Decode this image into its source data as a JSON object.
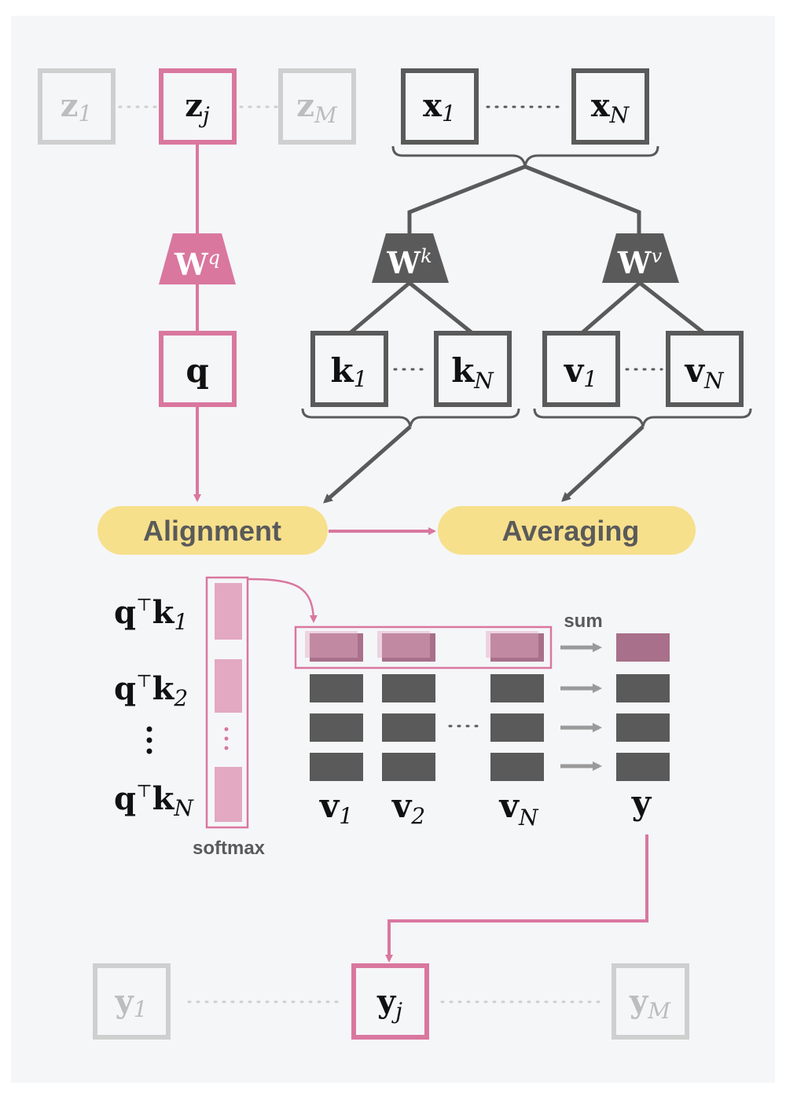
{
  "inputs_z": {
    "first": {
      "base": "z",
      "sub": "1"
    },
    "selected": {
      "base": "z",
      "sub": "j"
    },
    "last": {
      "base": "z",
      "sub": "M"
    }
  },
  "inputs_x": {
    "first": {
      "base": "x",
      "sub": "1"
    },
    "last": {
      "base": "x",
      "sub": "N"
    }
  },
  "weights": {
    "query": {
      "base": "W",
      "sup": "q"
    },
    "key": {
      "base": "W",
      "sup": "k"
    },
    "value": {
      "base": "W",
      "sup": "v"
    }
  },
  "query_box": {
    "label": "q"
  },
  "keys": {
    "first": {
      "base": "k",
      "sub": "1"
    },
    "last": {
      "base": "k",
      "sub": "N"
    }
  },
  "values": {
    "first": {
      "base": "v",
      "sub": "1"
    },
    "last": {
      "base": "v",
      "sub": "N"
    }
  },
  "stages": {
    "alignment": "Alignment",
    "averaging": "Averaging"
  },
  "scores": {
    "row1": {
      "q": "q",
      "t": "⊤",
      "k": "k",
      "sub": "1"
    },
    "row2": {
      "q": "q",
      "t": "⊤",
      "k": "k",
      "sub": "2"
    },
    "rowN": {
      "q": "q",
      "t": "⊤",
      "k": "k",
      "sub": "N"
    }
  },
  "softmax_label": "softmax",
  "sum_label": "sum",
  "value_columns": {
    "col1": {
      "base": "v",
      "sub": "1"
    },
    "col2": {
      "base": "v",
      "sub": "2"
    },
    "colN": {
      "base": "v",
      "sub": "N"
    }
  },
  "output_label": "y",
  "outputs_y": {
    "first": {
      "base": "y",
      "sub": "1"
    },
    "selected": {
      "base": "y",
      "sub": "j"
    },
    "last": {
      "base": "y",
      "sub": "M"
    }
  },
  "colors": {
    "pink": "#d9779f",
    "pink_light": "#e3a8c2",
    "dark": "#5a5a5a",
    "faded": "#cfcfcf",
    "yellow": "#f7e08c",
    "background": "#f5f6f8",
    "highlight": "#a8708a"
  }
}
